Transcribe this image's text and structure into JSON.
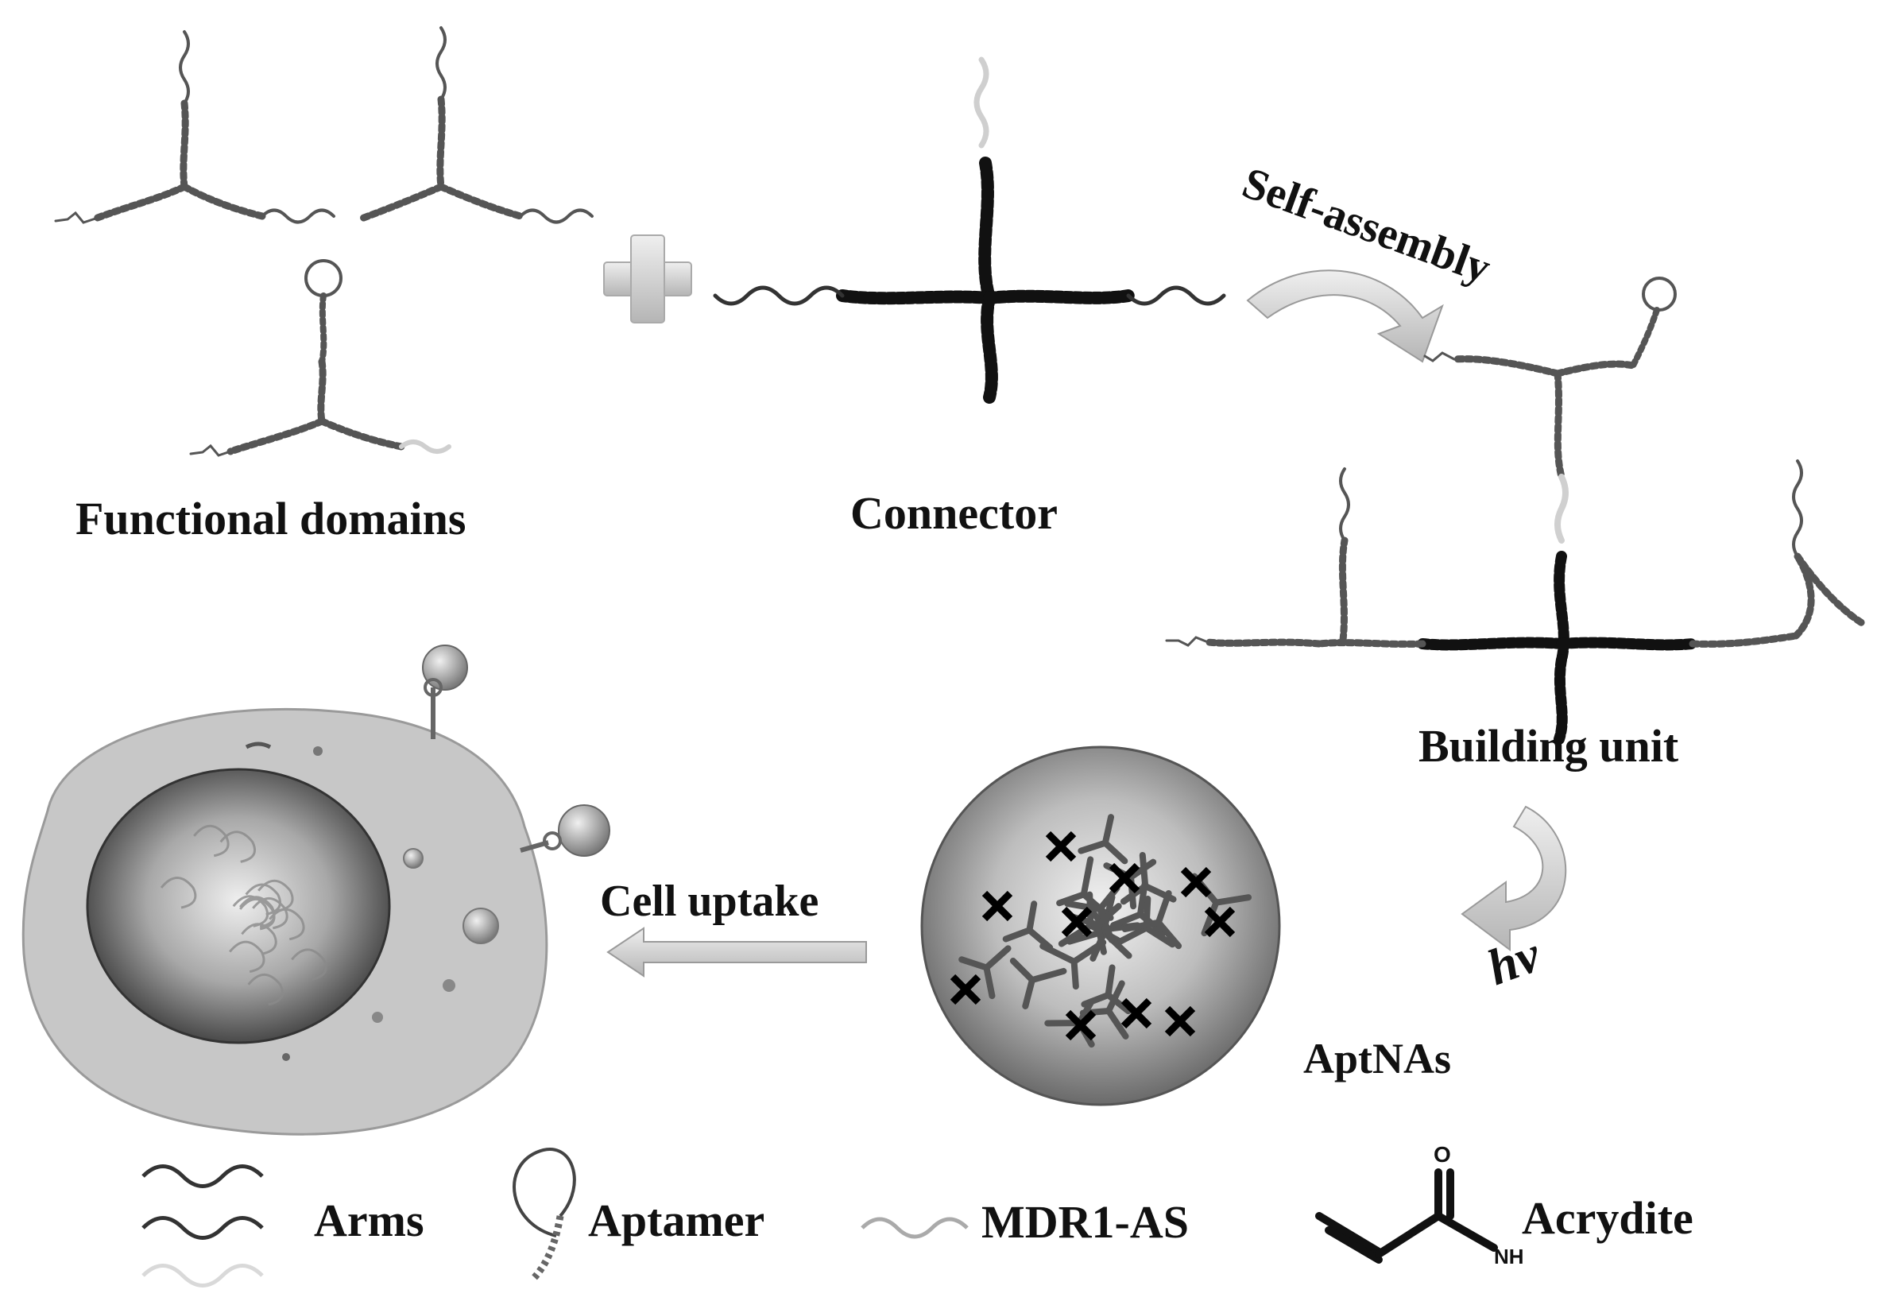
{
  "labels": {
    "functional_domains": "Functional domains",
    "connector": "Connector",
    "self_assembly": "Self-assembly",
    "building_unit": "Building unit",
    "hv": "hν",
    "aptnas": "AptNAs",
    "cell_uptake": "Cell uptake"
  },
  "legend": {
    "arms": "Arms",
    "aptamer": "Aptamer",
    "mdr1_as": "MDR1-AS",
    "acrydite": "Acrydite",
    "nh": "NH",
    "o": "O"
  },
  "colors": {
    "background": "#ffffff",
    "dna_gray": "#5a5a5a",
    "dna_dark": "#111111",
    "mdr1_light": "#c8c8c8",
    "cell_body": "#c9c9c9",
    "arrow_fill": "#d8d8d8"
  },
  "icons": [
    "plus-icon",
    "curved-arrow-icon",
    "straight-arrow-icon",
    "cross-mark-icon",
    "aptamer-loop-icon"
  ]
}
